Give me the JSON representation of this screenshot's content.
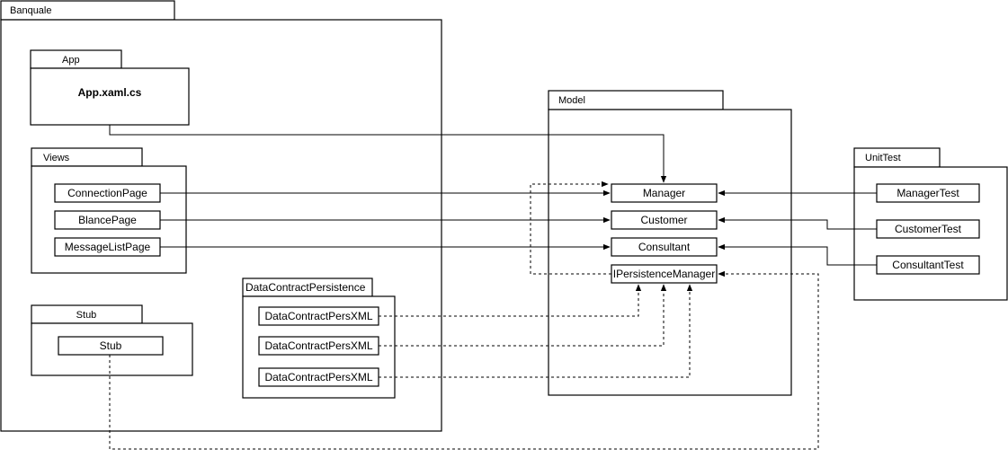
{
  "packages": {
    "banquale": "Banquale",
    "app": "App",
    "views": "Views",
    "stub": "Stub",
    "data_contract_persistence": "DataContractPersistence",
    "model": "Model",
    "unit_test": "UnitTest"
  },
  "classes": {
    "app_xaml_cs": "App.xaml.cs",
    "connection_page": "ConnectionPage",
    "blance_page": "BlancePage",
    "message_list_page": "MessageListPage",
    "stub": "Stub",
    "dc_pers_xml_1": "DataContractPersXML",
    "dc_pers_xml_2": "DataContractPersXML",
    "dc_pers_xml_3": "DataContractPersXML",
    "manager": "Manager",
    "customer": "Customer",
    "consultant": "Consultant",
    "ipersistence_manager": "IPersistenceManager",
    "manager_test": "ManagerTest",
    "customer_test": "CustomerTest",
    "consultant_test": "ConsultantTest"
  },
  "colors": {
    "stroke": "#000000",
    "background": "#ffffff"
  }
}
